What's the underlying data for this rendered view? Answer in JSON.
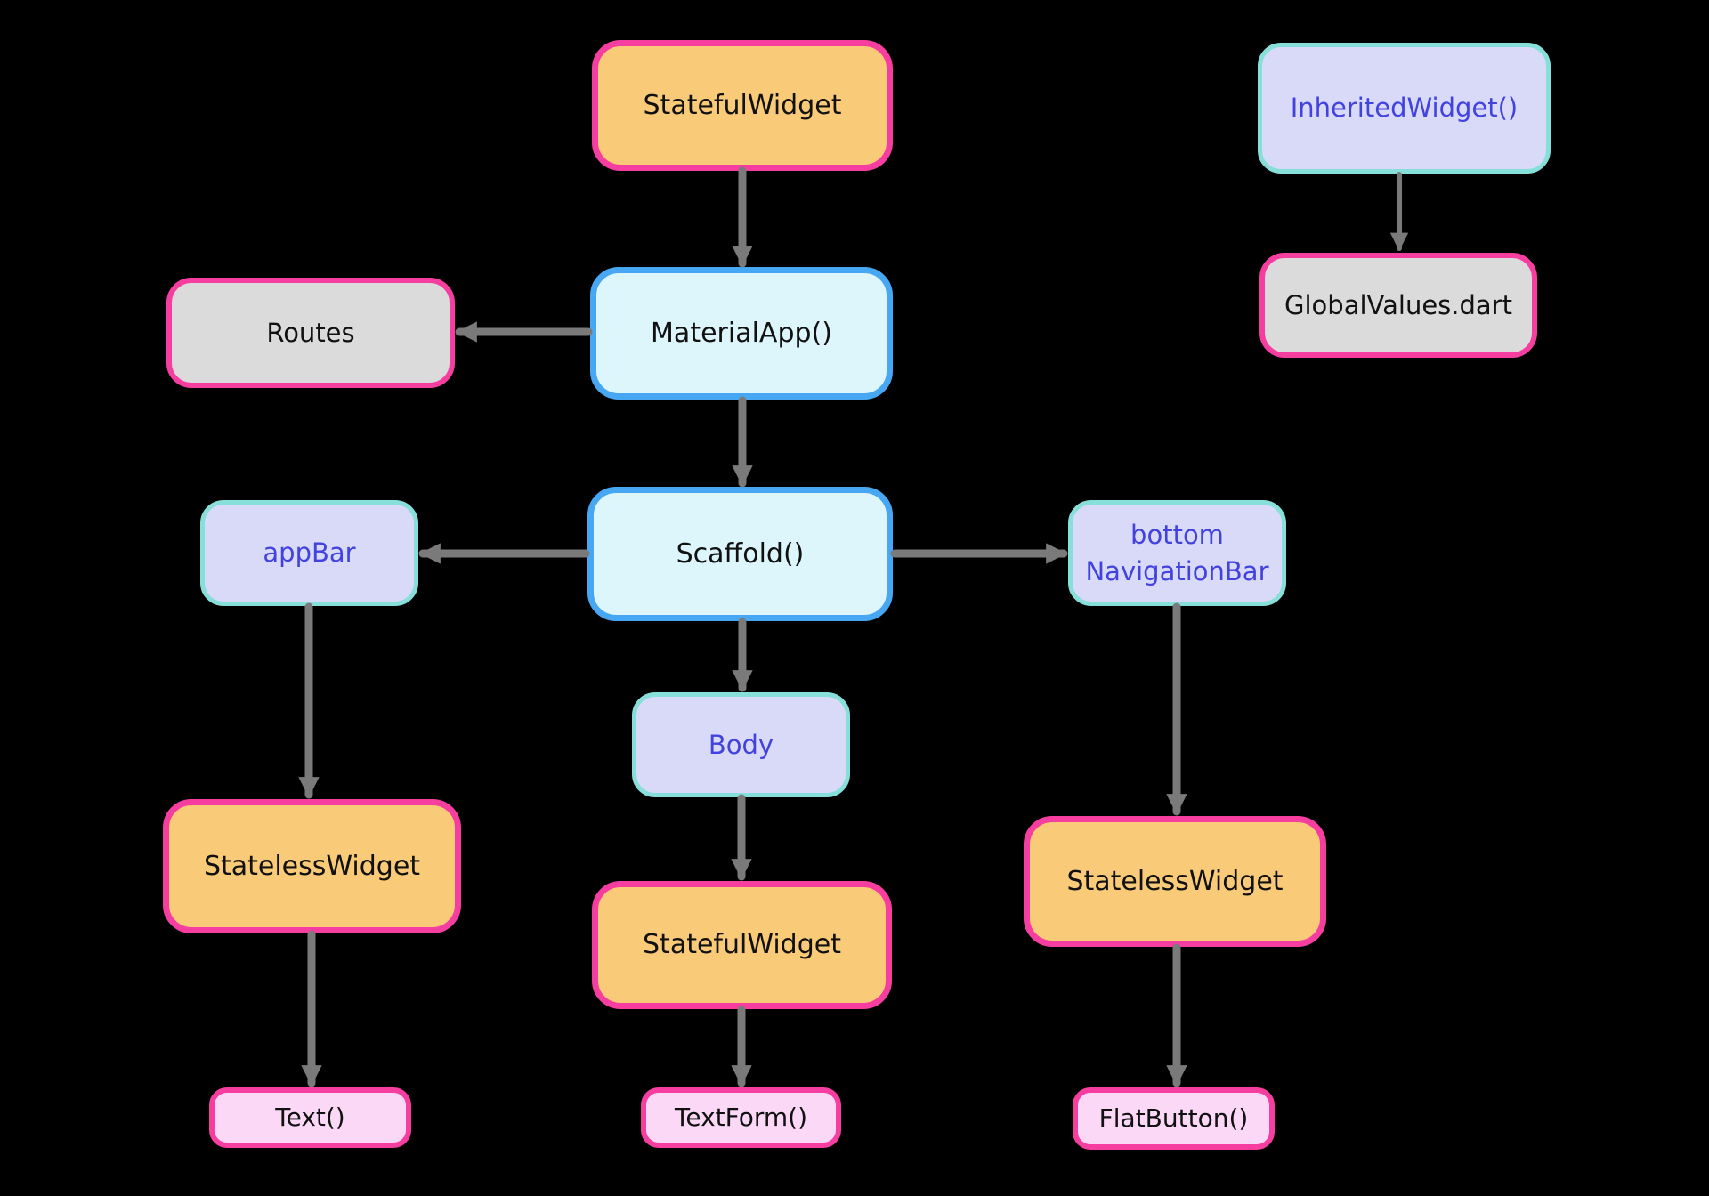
{
  "palette": {
    "background": "#000000",
    "arrow_gray": "#7A7A7A",
    "orange_fill": "#F9CA77",
    "pink_border": "#F53E9F",
    "cyan_fill": "#DCF6FC",
    "blue_border": "#47A7F2",
    "lavender_fill": "#D9D9F8",
    "teal_border": "#87DFD9",
    "blue_text": "#4242DE",
    "gray_fill": "#DBDBDB",
    "pink_light_fill": "#FBD8F6",
    "black_text": "#111111"
  },
  "diagram": {
    "nodes": {
      "stateful_top": {
        "label": "StatefulWidget"
      },
      "material_app": {
        "label": "MaterialApp()"
      },
      "routes": {
        "label": "Routes"
      },
      "scaffold": {
        "label": "Scaffold()"
      },
      "app_bar": {
        "label": "appBar"
      },
      "bottom_nav": {
        "label": "bottom NavigationBar"
      },
      "body": {
        "label": "Body"
      },
      "stateless_left": {
        "label": "StatelessWidget"
      },
      "stateful_mid": {
        "label": "StatefulWidget"
      },
      "stateless_right": {
        "label": "StatelessWidget"
      },
      "text_node": {
        "label": "Text()"
      },
      "textform": {
        "label": "TextForm()"
      },
      "flatbutton": {
        "label": "FlatButton()"
      },
      "inherited_widget": {
        "label": "InheritedWidget()"
      },
      "global_values": {
        "label": "GlobalValues.dart"
      }
    },
    "edges": [
      {
        "from": "stateful_top",
        "to": "material_app"
      },
      {
        "from": "material_app",
        "to": "routes"
      },
      {
        "from": "material_app",
        "to": "scaffold"
      },
      {
        "from": "scaffold",
        "to": "app_bar"
      },
      {
        "from": "scaffold",
        "to": "bottom_nav"
      },
      {
        "from": "scaffold",
        "to": "body"
      },
      {
        "from": "app_bar",
        "to": "stateless_left"
      },
      {
        "from": "body",
        "to": "stateful_mid"
      },
      {
        "from": "bottom_nav",
        "to": "stateless_right"
      },
      {
        "from": "stateless_left",
        "to": "text_node"
      },
      {
        "from": "stateful_mid",
        "to": "textform"
      },
      {
        "from": "stateless_right",
        "to": "flatbutton"
      },
      {
        "from": "inherited_widget",
        "to": "global_values"
      }
    ]
  }
}
